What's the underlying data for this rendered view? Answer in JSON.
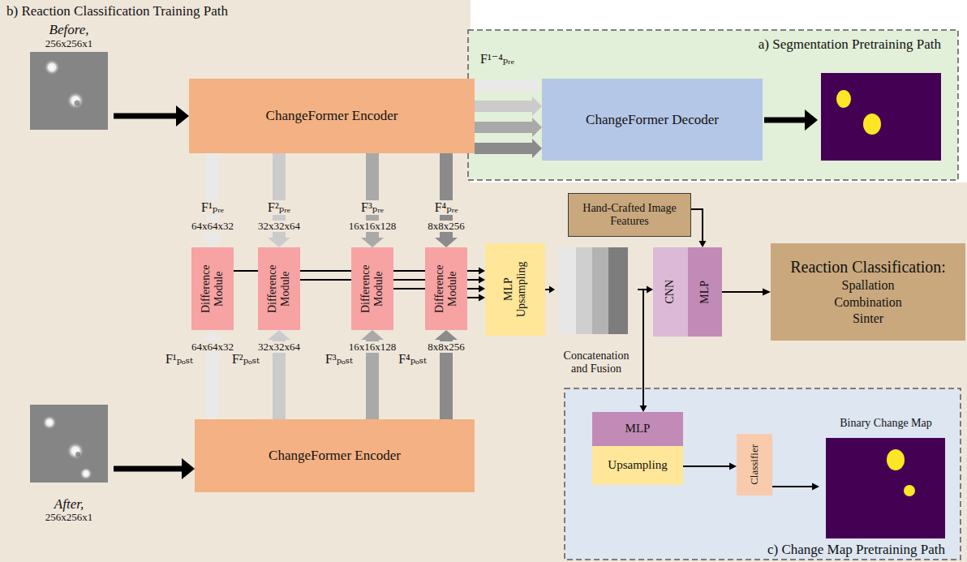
{
  "diagram": {
    "nodes": [
      {
        "text": [
          "b) Reaction Classification Training Path"
        ]
      },
      {
        "text": [
          "Before,",
          "256x256x1"
        ],
        "in": 0
      },
      {
        "text": [
          "ChangeFormer Encoder"
        ],
        "in": 0
      },
      {
        "text": [
          "a) Segmentation Pretraining Path"
        ]
      },
      {
        "text": [
          "ChangeFormer Decoder"
        ],
        "in": 3
      },
      {
        "text": [
          "Difference Module"
        ],
        "in": 0
      },
      {
        "text": [
          "Difference Module"
        ],
        "in": 0
      },
      {
        "text": [
          "Difference Module"
        ],
        "in": 0
      },
      {
        "text": [
          "Difference Module"
        ],
        "in": 0
      },
      {
        "text": [
          "MLP Upsampling"
        ],
        "in": 0
      },
      {
        "text": [
          "Concatenation and Fusion"
        ],
        "in": 0
      },
      {
        "text": [
          "Hand-Crafted Image Features"
        ],
        "in": 0
      },
      {
        "text": [
          "CNN"
        ],
        "in": 0
      },
      {
        "text": [
          "MLP"
        ],
        "in": 0
      },
      {
        "text": [
          "Reaction Classification:",
          "Spallation",
          "Combination",
          "Sinter"
        ],
        "in": 0
      },
      {
        "text": [
          "After,",
          "256x256x1"
        ],
        "in": 0
      },
      {
        "text": [
          "ChangeFormer Encoder"
        ],
        "in": 0
      },
      {
        "text": [
          "c) Change Map Pretraining Path"
        ],
        "in": 0
      },
      {
        "text": [
          "MLP"
        ],
        "in": 17
      },
      {
        "text": [
          "Upsampling"
        ],
        "in": 17
      },
      {
        "text": [
          "Classifier"
        ],
        "in": 17
      },
      {
        "text": [
          "Binary Change Map"
        ],
        "in": 17
      }
    ],
    "edges": [
      {
        "from": 1,
        "to": 2,
        "arrow": "to"
      },
      {
        "from": 2,
        "to": 4,
        "arrow": "to"
      },
      {
        "from": 2,
        "to": 4,
        "arrow": "to"
      },
      {
        "from": 2,
        "to": 4,
        "arrow": "to"
      },
      {
        "from": 2,
        "to": 4,
        "arrow": "to"
      },
      {
        "from": 2,
        "to": 5,
        "arrow": "to"
      },
      {
        "from": 2,
        "to": 6,
        "arrow": "to"
      },
      {
        "from": 2,
        "to": 7,
        "arrow": "to"
      },
      {
        "from": 2,
        "to": 8,
        "arrow": "to"
      },
      {
        "from": 16,
        "to": 5,
        "arrow": "to"
      },
      {
        "from": 16,
        "to": 6,
        "arrow": "to"
      },
      {
        "from": 16,
        "to": 7,
        "arrow": "to"
      },
      {
        "from": 16,
        "to": 8,
        "arrow": "to"
      },
      {
        "from": 15,
        "to": 16,
        "arrow": "to"
      },
      {
        "from": 5,
        "to": 6,
        "arrow": "none"
      },
      {
        "from": 6,
        "to": 7,
        "arrow": "none"
      },
      {
        "from": 6,
        "to": 7,
        "arrow": "none"
      },
      {
        "from": 7,
        "to": 8,
        "arrow": "none"
      },
      {
        "from": 7,
        "to": 8,
        "arrow": "none"
      },
      {
        "from": 7,
        "to": 8,
        "arrow": "none"
      },
      {
        "from": 8,
        "to": 9,
        "arrow": "to"
      },
      {
        "from": 8,
        "to": 9,
        "arrow": "to"
      },
      {
        "from": 8,
        "to": 9,
        "arrow": "to"
      },
      {
        "from": 8,
        "to": 9,
        "arrow": "to"
      },
      {
        "from": 9,
        "to": 10,
        "arrow": "to"
      },
      {
        "from": 10,
        "to": 12,
        "arrow": "to"
      },
      {
        "from": 10,
        "to": 18,
        "arrow": "to"
      },
      {
        "from": 11,
        "to": 13,
        "arrow": "to"
      },
      {
        "from": 13,
        "to": 14,
        "arrow": "to"
      },
      {
        "from": 19,
        "to": 20,
        "arrow": "to"
      },
      {
        "from": 20,
        "to": 21,
        "arrow": "to"
      }
    ],
    "labels": [
      "F¹⁻⁴ₚᵣₑ",
      "F¹ₚᵣₑ",
      "64x64x32",
      "F²ₚᵣₑ",
      "32x32x64",
      "F³ₚᵣₑ",
      "16x16x128",
      "F⁴ₚᵣₑ",
      "8x8x256",
      "64x64x32",
      "32x32x64",
      "16x16x128",
      "8x8x256",
      "F¹ₚₒₛₜ",
      "F²ₚₒₛₜ",
      "F³ₚₒₛₜ",
      "F⁴ₚₒₛₜ"
    ]
  }
}
